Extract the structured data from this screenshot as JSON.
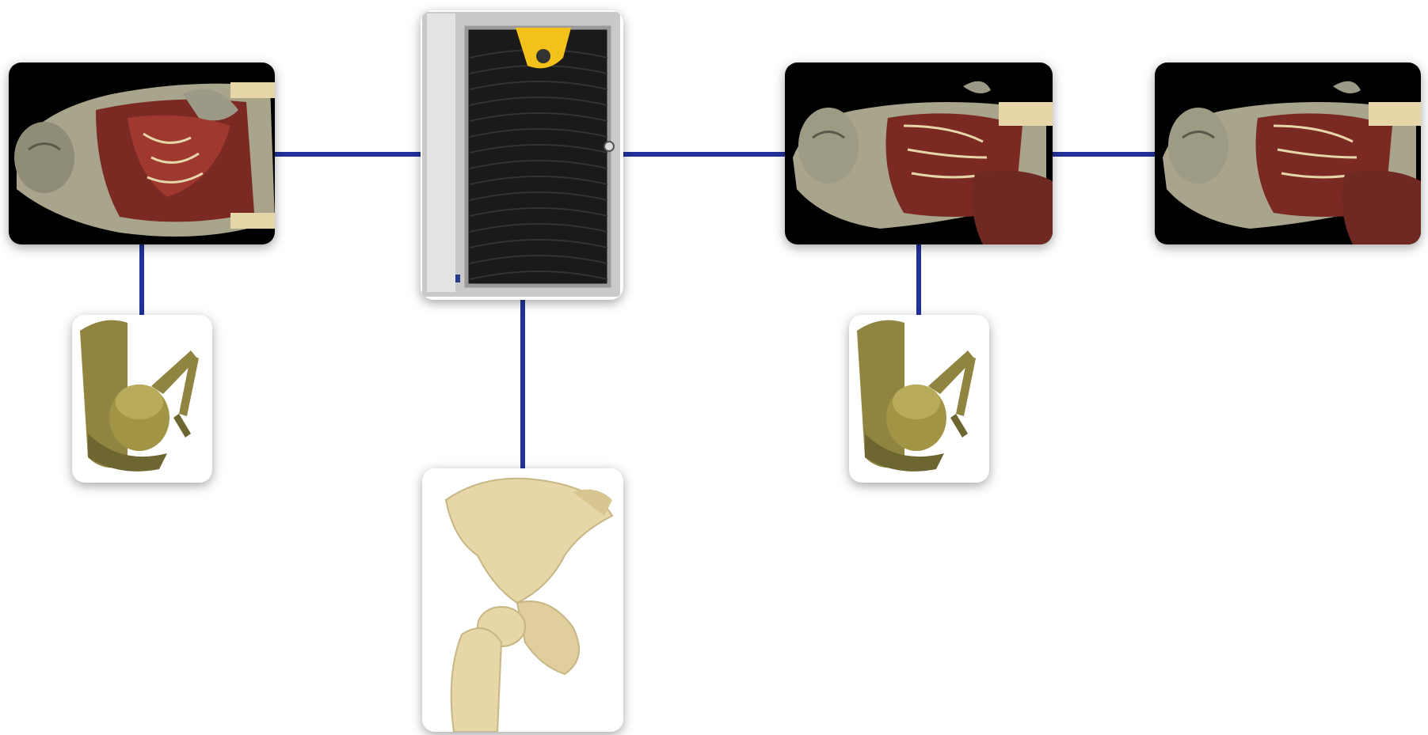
{
  "nodes": [
    {
      "id": "anatomy-viewer-left",
      "kind": "anatomy-torso-image",
      "icon": "dissected-torso-icon",
      "tone": "dark"
    },
    {
      "id": "compute-server",
      "kind": "server-tower-image",
      "icon": "server-icon",
      "tone": "light"
    },
    {
      "id": "anatomy-viewer-center",
      "kind": "anatomy-torso-image",
      "icon": "dissected-torso-icon",
      "tone": "dark"
    },
    {
      "id": "anatomy-viewer-right",
      "kind": "anatomy-torso-image",
      "icon": "dissected-torso-icon",
      "tone": "dark"
    },
    {
      "id": "haptic-device-left",
      "kind": "haptic-arm-image",
      "icon": "haptic-arm-icon",
      "tone": "light"
    },
    {
      "id": "haptic-device-center",
      "kind": "haptic-arm-image",
      "icon": "haptic-arm-icon",
      "tone": "light"
    },
    {
      "id": "pelvis-model",
      "kind": "bone-model-image",
      "icon": "pelvis-bone-icon",
      "tone": "light"
    }
  ],
  "edges": [
    {
      "from": "anatomy-viewer-left",
      "to": "compute-server"
    },
    {
      "from": "compute-server",
      "to": "anatomy-viewer-center"
    },
    {
      "from": "anatomy-viewer-center",
      "to": "anatomy-viewer-right"
    },
    {
      "from": "anatomy-viewer-left",
      "to": "haptic-device-left"
    },
    {
      "from": "anatomy-viewer-center",
      "to": "haptic-device-center"
    },
    {
      "from": "compute-server",
      "to": "pelvis-model"
    }
  ],
  "colors": {
    "connector": "#23319c",
    "card_dark": "#000000",
    "card_light": "#ffffff",
    "skin": "#a9a58c",
    "muscle": "#7a2a22",
    "bone": "#e6d6a8",
    "gold": "#8f8440",
    "server_body": "#c9c9c9",
    "server_grille": "#1a1a1a",
    "server_badge": "#f2c21b"
  }
}
